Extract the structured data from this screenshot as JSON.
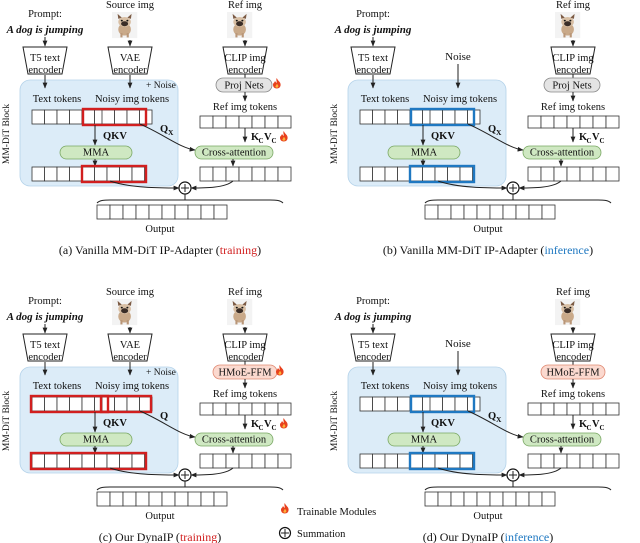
{
  "labels": {
    "prompt": "Prompt:",
    "prompt_text": "A dog is jumping",
    "source_img": "Source img",
    "ref_img": "Ref img",
    "t5": [
      "T5 text",
      "encoder"
    ],
    "vae": [
      "VAE",
      "encoder"
    ],
    "clip": [
      "CLIP img",
      "encoder"
    ],
    "noise_plus": "+ Noise",
    "noise": "Noise",
    "proj_nets": "Proj Nets",
    "hmoe": "HMoE-FFM",
    "ref_tokens": "Ref img tokens",
    "text_tokens": "Text tokens",
    "noisy_tokens": "Noisy img tokens",
    "qkv": "QKV",
    "qx": "Q",
    "qx_sub": "X",
    "q_plain": "Q",
    "kv": "K",
    "kv_sub": "C",
    "kv_v": "V",
    "mma": "MMA",
    "cross_attn": "Cross-attention",
    "block": "MM-DiT Block",
    "output": "Output"
  },
  "captions": {
    "a": {
      "prefix": "(a) Vanilla MM-DiT IP-Adapter (",
      "mode": "training",
      "suffix": ")"
    },
    "b": {
      "prefix": "(b) Vanilla MM-DiT IP-Adapter (",
      "mode": "inference",
      "suffix": ")"
    },
    "c": {
      "prefix": "(c) Our DynaIP (",
      "mode": "training",
      "suffix": ")"
    },
    "d": {
      "prefix": "(d) Our DynaIP (",
      "mode": "inference",
      "suffix": ")"
    }
  },
  "legend": {
    "trainable": "Trainable Modules",
    "summation": "Summation"
  },
  "colors": {
    "training": "#d11f1f",
    "inference": "#1f78c1",
    "block_fill": "#dcecf8",
    "green_fill": "#cfe8c2",
    "gray_fill": "#e4e4e4",
    "hmoe_fill": "#fbd9cf"
  },
  "icons": [
    "flame-icon",
    "dog-photo-icon",
    "summation-icon"
  ]
}
